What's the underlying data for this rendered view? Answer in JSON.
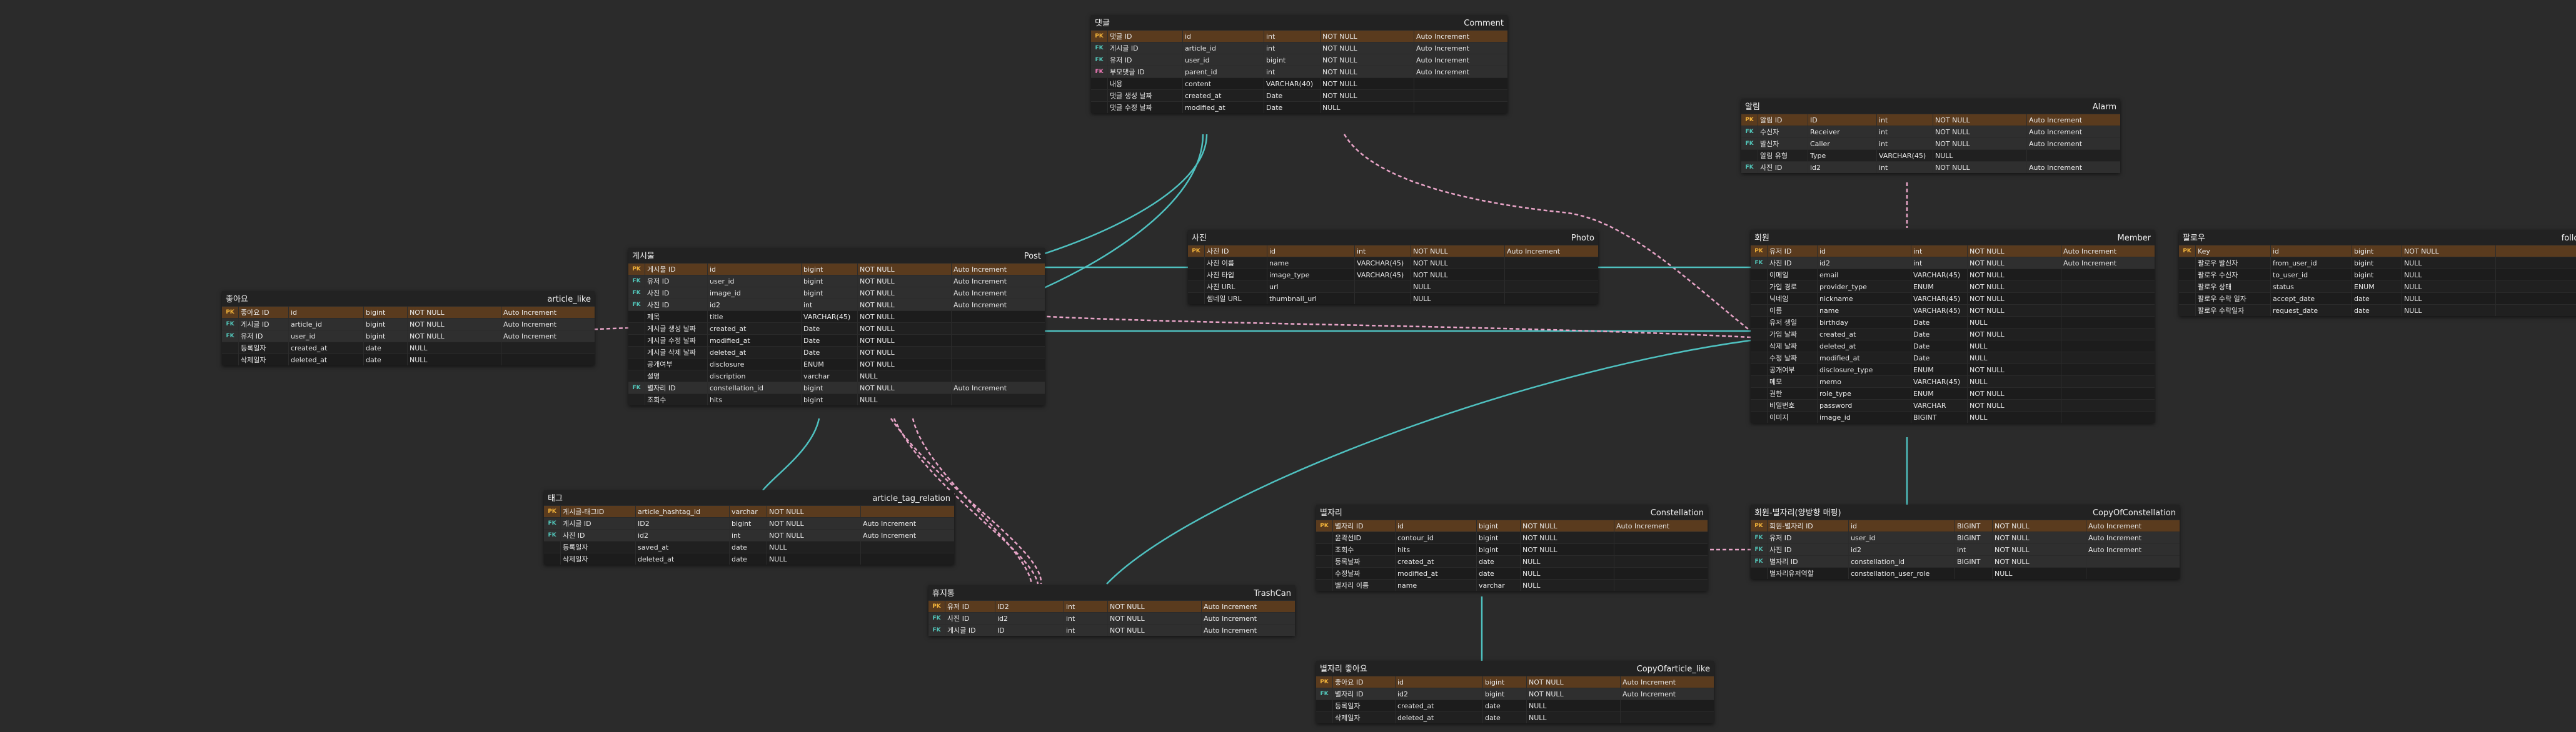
{
  "tables": [
    {
      "id": "comment",
      "korean": "댓글",
      "name": "Comment",
      "cols": [
        120,
        130,
        90,
        150,
        150
      ],
      "rows": [
        [
          "pk",
          "댓글 ID",
          "id",
          "int",
          "NOT NULL",
          "Auto Increment"
        ],
        [
          "fk",
          "게시글 ID",
          "article_id",
          "int",
          "NOT NULL",
          "Auto Increment"
        ],
        [
          "fk",
          "유저 ID",
          "user_id",
          "bigint",
          "NOT NULL",
          "Auto Increment"
        ],
        [
          "bfk",
          "부모댓글 ID",
          "parent_id",
          "int",
          "NOT NULL",
          "Auto Increment"
        ],
        [
          "",
          "내용",
          "content",
          "VARCHAR(40)",
          "NOT NULL",
          ""
        ],
        [
          "",
          "댓글 생성 날짜",
          "created_at",
          "Date",
          "NOT NULL",
          ""
        ],
        [
          "",
          "댓글 수정 날짜",
          "modified_at",
          "Date",
          "NULL",
          ""
        ]
      ]
    },
    {
      "id": "alarm",
      "korean": "알림",
      "name": "Alarm",
      "cols": [
        80,
        110,
        90,
        150,
        150
      ],
      "rows": [
        [
          "pk",
          "알림 ID",
          "ID",
          "int",
          "NOT NULL",
          "Auto Increment"
        ],
        [
          "fk",
          "수신자",
          "Receiver",
          "int",
          "NOT NULL",
          "Auto Increment"
        ],
        [
          "fk",
          "발신자",
          "Caller",
          "int",
          "NOT NULL",
          "Auto Increment"
        ],
        [
          "",
          "알림 유형",
          "Type",
          "VARCHAR(45)",
          "NULL",
          ""
        ],
        [
          "fk",
          "사진 ID",
          "id2",
          "int",
          "NOT NULL",
          "Auto Increment"
        ]
      ]
    },
    {
      "id": "photo",
      "korean": "사진",
      "name": "Photo",
      "cols": [
        100,
        140,
        90,
        150,
        150
      ],
      "rows": [
        [
          "pk",
          "사진 ID",
          "id",
          "int",
          "NOT NULL",
          "Auto Increment"
        ],
        [
          "",
          "사진 이름",
          "name",
          "VARCHAR(45)",
          "NOT NULL",
          ""
        ],
        [
          "",
          "사진 타입",
          "image_type",
          "VARCHAR(45)",
          "NOT NULL",
          ""
        ],
        [
          "",
          "사진 URL",
          "url",
          "",
          "NULL",
          ""
        ],
        [
          "",
          "썸네일 URL",
          "thumbnail_url",
          "",
          "NULL",
          ""
        ]
      ]
    },
    {
      "id": "post",
      "korean": "게시물",
      "name": "Post",
      "cols": [
        100,
        150,
        90,
        150,
        150
      ],
      "rows": [
        [
          "pk",
          "게시물 ID",
          "id",
          "bigint",
          "NOT NULL",
          "Auto Increment"
        ],
        [
          "fk",
          "유저 ID",
          "user_id",
          "bigint",
          "NOT NULL",
          "Auto Increment"
        ],
        [
          "fk",
          "사진 ID",
          "image_id",
          "bigint",
          "NOT NULL",
          "Auto Increment"
        ],
        [
          "fk",
          "사진 ID",
          "id2",
          "int",
          "NOT NULL",
          "Auto Increment"
        ],
        [
          "",
          "제목",
          "title",
          "VARCHAR(45)",
          "NOT NULL",
          ""
        ],
        [
          "",
          "게시글 생성 날짜",
          "created_at",
          "Date",
          "NOT NULL",
          ""
        ],
        [
          "",
          "게시글 수정 날짜",
          "modified_at",
          "Date",
          "NOT NULL",
          ""
        ],
        [
          "",
          "게시글 삭제 날짜",
          "deleted_at",
          "Date",
          "NOT NULL",
          ""
        ],
        [
          "",
          "공개여부",
          "disclosure",
          "ENUM",
          "NOT NULL",
          ""
        ],
        [
          "",
          "설명",
          "discription",
          "varchar",
          "NULL",
          ""
        ],
        [
          "fk",
          "별자리 ID",
          "constellation_id",
          "bigint",
          "NOT NULL",
          "Auto Increment"
        ],
        [
          "",
          "조회수",
          "hits",
          "bigint",
          "NULL",
          ""
        ]
      ]
    },
    {
      "id": "member",
      "korean": "회원",
      "name": "Member",
      "cols": [
        80,
        150,
        90,
        150,
        150
      ],
      "rows": [
        [
          "pk",
          "유저 ID",
          "id",
          "int",
          "NOT NULL",
          "Auto Increment"
        ],
        [
          "fk",
          "사진 ID",
          "id2",
          "int",
          "NOT NULL",
          "Auto Increment"
        ],
        [
          "",
          "이메일",
          "email",
          "VARCHAR(45)",
          "NOT NULL",
          ""
        ],
        [
          "",
          "가입 경로",
          "provider_type",
          "ENUM",
          "NOT NULL",
          ""
        ],
        [
          "",
          "닉네임",
          "nickname",
          "VARCHAR(45)",
          "NOT NULL",
          ""
        ],
        [
          "",
          "이름",
          "name",
          "VARCHAR(45)",
          "NOT NULL",
          ""
        ],
        [
          "",
          "유저 생일",
          "birthday",
          "Date",
          "NULL",
          ""
        ],
        [
          "",
          "가입 날짜",
          "created_at",
          "Date",
          "NOT NULL",
          ""
        ],
        [
          "",
          "삭제 날짜",
          "deleted_at",
          "Date",
          "NULL",
          ""
        ],
        [
          "",
          "수정 날짜",
          "modified_at",
          "Date",
          "NULL",
          ""
        ],
        [
          "",
          "공개여부",
          "disclosure_type",
          "ENUM",
          "NOT NULL",
          ""
        ],
        [
          "",
          "메모",
          "memo",
          "VARCHAR(45)",
          "NULL",
          ""
        ],
        [
          "",
          "권한",
          "role_type",
          "ENUM",
          "NOT NULL",
          ""
        ],
        [
          "",
          "비밀번호",
          "password",
          "VARCHAR",
          "NOT NULL",
          ""
        ],
        [
          "",
          "이미지",
          "image_id",
          "BIGINT",
          "NULL",
          ""
        ]
      ]
    },
    {
      "id": "follow",
      "korean": "팔로우",
      "name": "follow",
      "cols": [
        120,
        130,
        80,
        150,
        150
      ],
      "rows": [
        [
          "pk",
          "Key",
          "id",
          "bigint",
          "NOT NULL",
          ""
        ],
        [
          "",
          "팔로우 발신자",
          "from_user_id",
          "bigint",
          "NULL",
          ""
        ],
        [
          "",
          "팔로우 수신자",
          "to_user_id",
          "bigint",
          "NULL",
          ""
        ],
        [
          "",
          "팔로우 상태",
          "status",
          "ENUM",
          "NULL",
          ""
        ],
        [
          "",
          "팔로우 수락 일자",
          "accept_date",
          "date",
          "NULL",
          ""
        ],
        [
          "",
          "팔로우 수락일자",
          "request_date",
          "date",
          "NULL",
          ""
        ]
      ]
    },
    {
      "id": "article_like",
      "korean": "좋아요",
      "name": "article_like",
      "cols": [
        80,
        120,
        70,
        150,
        150
      ],
      "rows": [
        [
          "pk",
          "좋아요 ID",
          "id",
          "bigint",
          "NOT NULL",
          "Auto Increment"
        ],
        [
          "fk",
          "게시글 ID",
          "article_id",
          "bigint",
          "NOT NULL",
          "Auto Increment"
        ],
        [
          "fk",
          "유저 ID",
          "user_id",
          "bigint",
          "NOT NULL",
          "Auto Increment"
        ],
        [
          "",
          "등록일자",
          "created_at",
          "date",
          "NULL",
          ""
        ],
        [
          "",
          "삭제일자",
          "deleted_at",
          "date",
          "NULL",
          ""
        ]
      ]
    },
    {
      "id": "article_tag_relation",
      "korean": "태그",
      "name": "article_tag_relation",
      "cols": [
        120,
        150,
        60,
        150,
        150
      ],
      "rows": [
        [
          "pk",
          "게시글-태그ID",
          "article_hashtag_id",
          "varchar",
          "NOT NULL",
          ""
        ],
        [
          "fk",
          "게시글 ID",
          "ID2",
          "bigint",
          "NOT NULL",
          "Auto Increment"
        ],
        [
          "fk",
          "사진 ID",
          "id2",
          "int",
          "NOT NULL",
          "Auto Increment"
        ],
        [
          "",
          "등록일자",
          "saved_at",
          "date",
          "NULL",
          ""
        ],
        [
          "",
          "삭제일자",
          "deleted_at",
          "date",
          "NULL",
          ""
        ]
      ]
    },
    {
      "id": "constellation",
      "korean": "별자리",
      "name": "Constellation",
      "cols": [
        100,
        130,
        70,
        150,
        150
      ],
      "rows": [
        [
          "pk",
          "별자리 ID",
          "id",
          "bigint",
          "NOT NULL",
          "Auto Increment"
        ],
        [
          "",
          "윤곽선ID",
          "contour_id",
          "bigint",
          "NOT NULL",
          ""
        ],
        [
          "",
          "조회수",
          "hits",
          "bigint",
          "NOT NULL",
          ""
        ],
        [
          "",
          "등록날짜",
          "created_at",
          "date",
          "NULL",
          ""
        ],
        [
          "",
          "수정날짜",
          "modified_at",
          "date",
          "NULL",
          ""
        ],
        [
          "",
          "별자리 이름",
          "name",
          "varchar",
          "NULL",
          ""
        ]
      ]
    },
    {
      "id": "trashcan",
      "korean": "휴지통",
      "name": "TrashCan",
      "cols": [
        80,
        110,
        70,
        150,
        150
      ],
      "rows": [
        [
          "pk",
          "유저 ID",
          "ID2",
          "int",
          "NOT NULL",
          "Auto Increment"
        ],
        [
          "fk",
          "사진 ID",
          "id2",
          "int",
          "NOT NULL",
          "Auto Increment"
        ],
        [
          "fk",
          "게시글 ID",
          "ID",
          "int",
          "NOT NULL",
          "Auto Increment"
        ]
      ]
    },
    {
      "id": "copyofconstellation",
      "korean": "회원-별자리(양방향 매핑)",
      "name": "CopyOfConstellation",
      "cols": [
        130,
        170,
        60,
        150,
        150
      ],
      "rows": [
        [
          "pk",
          "회원-별자리 ID",
          "id",
          "BIGINT",
          "NOT NULL",
          "Auto Increment"
        ],
        [
          "fk",
          "유저 ID",
          "user_id",
          "BIGINT",
          "NOT NULL",
          "Auto Increment"
        ],
        [
          "fk",
          "사진 ID",
          "id2",
          "int",
          "NOT NULL",
          "Auto Increment"
        ],
        [
          "fk",
          "별자리 ID",
          "constellation_id",
          "BIGINT",
          "NOT NULL",
          ""
        ],
        [
          "",
          "별자리유저역할",
          "constellation_user_role",
          "",
          "NULL",
          ""
        ]
      ]
    },
    {
      "id": "copyofarticle_like",
      "korean": "별자리 좋아요",
      "name": "CopyOfarticle_like",
      "cols": [
        100,
        140,
        70,
        150,
        150
      ],
      "rows": [
        [
          "pk",
          "좋아요 ID",
          "id",
          "bigint",
          "NOT NULL",
          "Auto Increment"
        ],
        [
          "fk",
          "별자리 ID",
          "id2",
          "bigint",
          "NOT NULL",
          "Auto Increment"
        ],
        [
          "",
          "등록일자",
          "created_at",
          "date",
          "NULL",
          ""
        ],
        [
          "",
          "삭제일자",
          "deleted_at",
          "date",
          "NULL",
          ""
        ]
      ]
    }
  ],
  "key_labels": {
    "pk": "PK",
    "fk": "FK",
    "bfk": "FK"
  },
  "colors": {
    "background": "#2b2b2b",
    "pk_row": "#5a3b1e",
    "pk_key": "#f1b23a",
    "fk_key": "#52c4b8",
    "self_fk_key": "#f07ab8",
    "relation_teal": "#4fc1c0",
    "relation_pink": "#e9a5c8"
  }
}
